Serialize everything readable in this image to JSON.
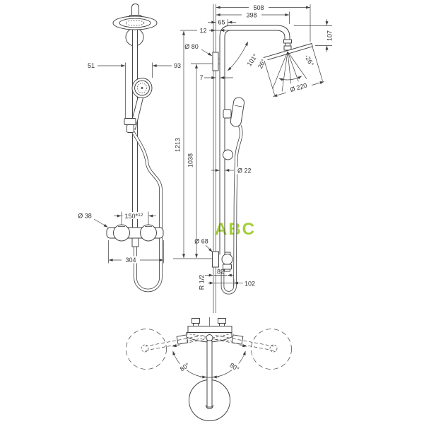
{
  "watermark": {
    "text": "ABC",
    "color": "#a4ce39"
  },
  "front_view": {
    "dim_pipe_to_holder": "51",
    "dim_pipe_to_edge": "93",
    "dia_valve_end": "Ø 38",
    "dim_connection_spacing": "150",
    "dim_connection_tolerance": "±12",
    "dim_valve_width": "304"
  },
  "side_view": {
    "dim_overall_depth": "508",
    "dim_arm_depth": "398",
    "dim_wall_to_pipe_outer": "65",
    "dim_wall_to_pipe": "12",
    "dim_head_drop": "107",
    "dia_wall_flange": "Ø 80",
    "dim_flange_to_pipe": "7",
    "angle_arm": "101°",
    "angle_head_tilt_left": "26°",
    "angle_head_tilt_right": "-26°",
    "dia_overhead_shower": "Ø 220",
    "dim_height_to_arm": "1213",
    "dim_height_to_flange": "1038",
    "dia_pipe": "Ø 22",
    "dia_outlet_flange": "Ø 68",
    "thread_connection": "R 1/2",
    "dim_wall_to_valve": "82",
    "dim_wall_to_hose": "102"
  },
  "bottom_view": {
    "angle_swivel_left": "80°",
    "angle_swivel_right": "80°"
  }
}
